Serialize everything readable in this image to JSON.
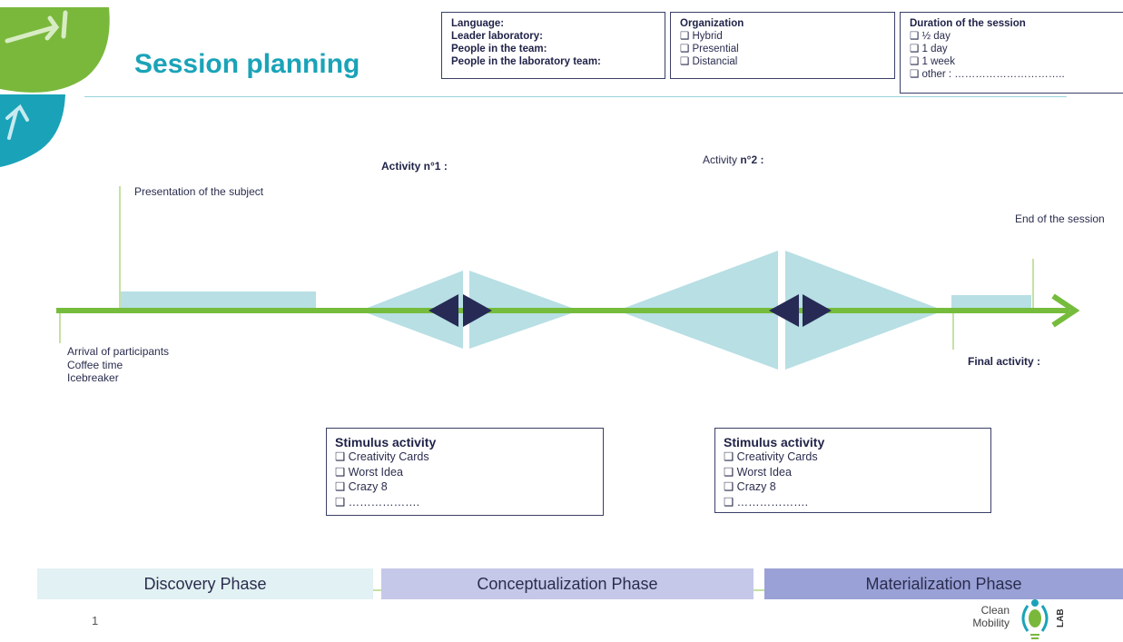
{
  "slide": {
    "title": "Session planning",
    "page_number": "1"
  },
  "info_boxes": {
    "general": {
      "items": [
        "Language:",
        "Leader laboratory:",
        "People in the team:",
        "People in the laboratory team:"
      ]
    },
    "organization": {
      "heading": "Organization",
      "options": [
        "❑ Hybrid",
        "❑ Presential",
        "❑  Distancial"
      ]
    },
    "duration": {
      "heading": "Duration of the session",
      "options": [
        "❑ ½ day",
        "❑ 1 day",
        "❑ 1 week",
        "❑ other : ………………………….."
      ]
    }
  },
  "timeline": {
    "presentation_label": "Presentation of the subject",
    "activity1_label": "Activity n°1 :",
    "activity2_prefix": "Activity ",
    "activity2_number": "n°2 :",
    "end_label": "End of the session",
    "final_activity_label": "Final activity :",
    "arrival_lines": [
      "Arrival of participants",
      "Coffee time",
      "Icebreaker"
    ]
  },
  "stimulus_boxes": [
    {
      "heading": "Stimulus activity",
      "options": [
        "❑ Creativity Cards",
        "❑ Worst Idea",
        "❑ Crazy 8",
        "❑ ………………."
      ]
    },
    {
      "heading": "Stimulus activity",
      "options": [
        "❑ Creativity Cards",
        "❑ Worst Idea",
        "❑ Crazy 8",
        "❑ ………………."
      ]
    }
  ],
  "phases": [
    {
      "label": "Discovery Phase",
      "color": "#e2f1f3"
    },
    {
      "label": "Conceptualization Phase",
      "color": "#c5c8e8"
    },
    {
      "label": "Materialization Phase",
      "color": "#9aa1d6"
    }
  ],
  "logo": {
    "line1": "Clean",
    "line2": "Mobility",
    "badge": "LAB"
  },
  "colors": {
    "title_teal": "#1aa3b8",
    "timeline_green": "#76bc3c",
    "diamond_fill": "#b7dfe4",
    "chevron_navy": "#262a55",
    "leaf_green": "#7ab83c",
    "leaf_teal": "#1aa3b8"
  }
}
